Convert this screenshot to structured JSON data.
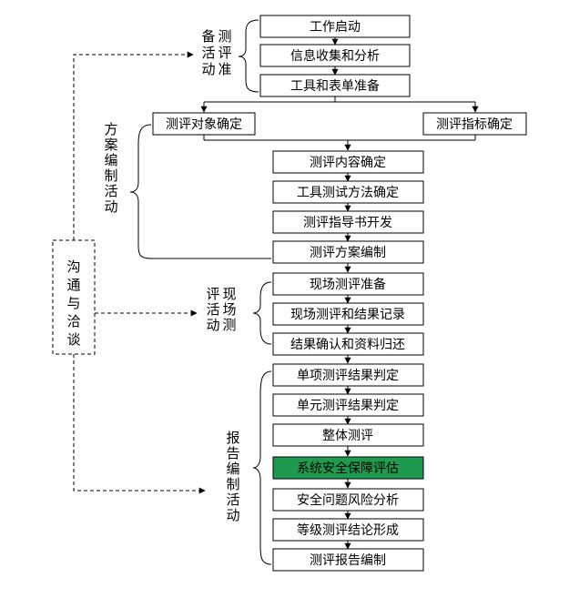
{
  "phases": {
    "prep": [
      "备",
      "测",
      "活",
      "评",
      "动",
      "准"
    ],
    "plan": [
      "方",
      "案",
      "编",
      "制",
      "活",
      "动"
    ],
    "field": [
      "评",
      "现",
      "活",
      "场",
      "动",
      "测"
    ],
    "report": [
      "报",
      "告",
      "编",
      "制",
      "活",
      "动"
    ],
    "comm": [
      "沟",
      "通",
      "与",
      "洽",
      "谈"
    ]
  },
  "steps": {
    "start": "工作启动",
    "collect": "信息收集和分析",
    "tools": "工具和表单准备",
    "objects": "测评对象确定",
    "indicators": "测评指标确定",
    "content": "测评内容确定",
    "methods": "工具测试方法确定",
    "guide": "测评指导书开发",
    "plan_compile": "测评方案编制",
    "field_prep": "现场测评准备",
    "field_record": "现场测评和结果记录",
    "confirm": "结果确认和资料归还",
    "single": "单项测评结果判定",
    "unit": "单元测评结果判定",
    "overall": "整体测评",
    "system": "系统安全保障评估",
    "risk": "安全问题风险分析",
    "conclusion": "等级测评结论形成",
    "report": "测评报告编制"
  },
  "colors": {
    "highlight": "#1e9b4f",
    "stroke": "#000000"
  }
}
